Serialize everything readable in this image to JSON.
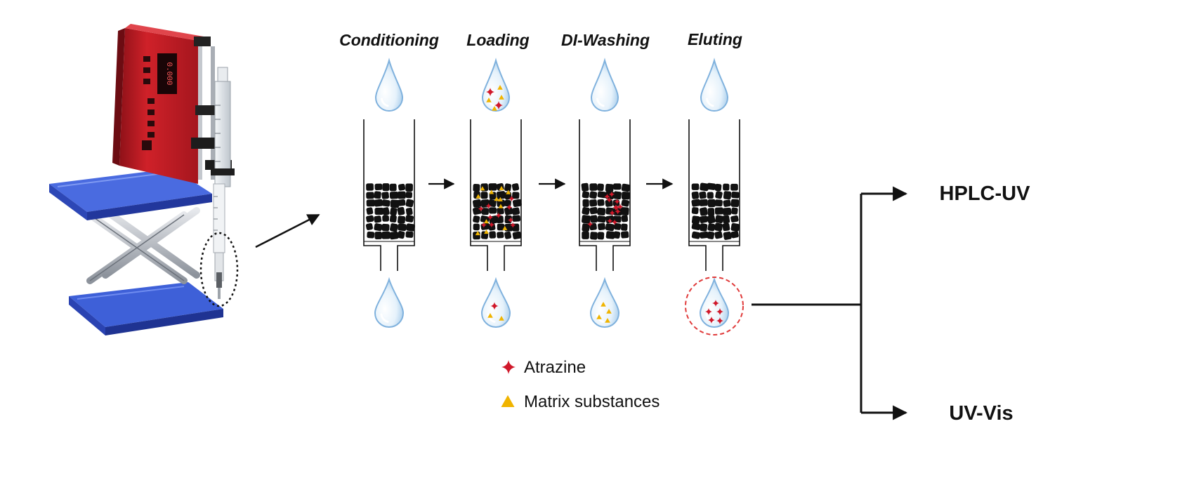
{
  "steps": [
    {
      "label": "Conditioning",
      "top_drop": "clear",
      "bed": "plain",
      "bottom_drop": "clear"
    },
    {
      "label": "Loading",
      "top_drop": "mixed",
      "bed": "mixed",
      "bottom_drop": "mixed"
    },
    {
      "label": "DI-Washing",
      "top_drop": "clear",
      "bed": "atrazine",
      "bottom_drop": "matrix"
    },
    {
      "label": "Eluting",
      "top_drop": "clear",
      "bed": "plain",
      "bottom_drop": "atrazine-circled"
    }
  ],
  "outputs": {
    "hplc": "HPLC-UV",
    "uvvis": "UV-Vis"
  },
  "legend": {
    "atrazine": "Atrazine",
    "matrix": "Matrix substances"
  },
  "device": {
    "display_reading": "0.000"
  },
  "colors": {
    "pump_body": "#c8202a",
    "pump_dark": "#7a0f14",
    "platform": "#3b5bd1",
    "platform_dark": "#23379a",
    "steel": "#b9bec6",
    "bed": "#111111",
    "drop_edge": "#7fb1dd",
    "drop_fill": "#e4f1fb",
    "atrazine": "#d0182a",
    "matrix": "#f0b400",
    "circle": "#e03a3a"
  },
  "icons": {
    "atrazine": "four-point-star",
    "matrix": "triangle",
    "drop": "water-droplet"
  }
}
